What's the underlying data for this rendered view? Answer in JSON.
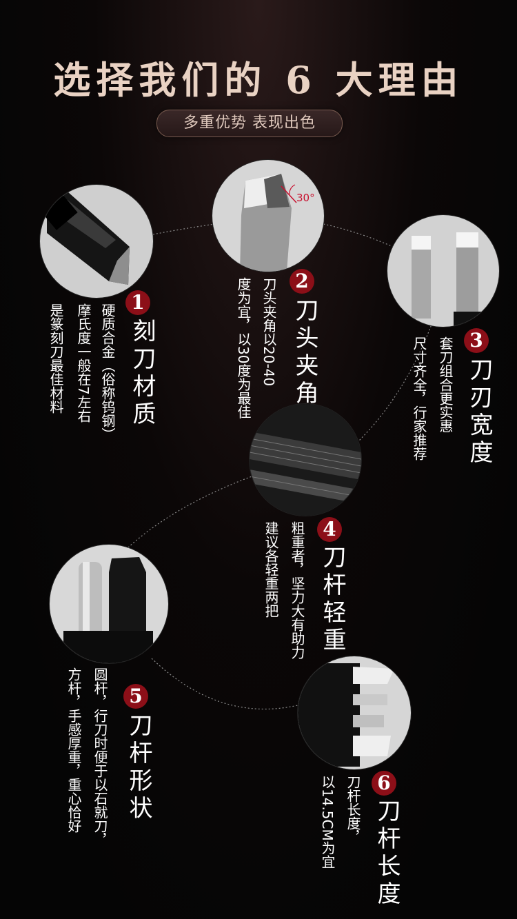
{
  "header": {
    "title": "选择我们的 6 大理由",
    "subtitle": "多重优势 表现出色"
  },
  "reasons": [
    {
      "num": "1",
      "heading": "刻刀材质",
      "lines": [
        "硬质合金（俗称钨钢）",
        "摩氏度一般在7左右",
        "是篆刻刀最佳材料"
      ]
    },
    {
      "num": "2",
      "heading": "刀头夹角",
      "lines": [
        "刀头夹角以20-40",
        "度为宜，以30度为最佳"
      ],
      "angle_label": "30°"
    },
    {
      "num": "3",
      "heading": "刀刃宽度",
      "lines": [
        "套刀组合更实惠",
        "尺寸齐全，行家推荐"
      ]
    },
    {
      "num": "4",
      "heading": "刀杆轻重",
      "lines": [
        "粗重者，坚力大有助力",
        "建议各轻重两把"
      ]
    },
    {
      "num": "5",
      "heading": "刀杆形状",
      "lines": [
        "圆杆，行刀时便于以石就刀，",
        "方杆，手感厚重，重心恰好"
      ]
    },
    {
      "num": "6",
      "heading": "刀杆长度",
      "lines": [
        "刀杆长度，",
        "以14.5CM为宜"
      ]
    }
  ],
  "colors": {
    "badge": "#8c0f18",
    "title": "#e9d2c3",
    "text": "#ffffff"
  }
}
